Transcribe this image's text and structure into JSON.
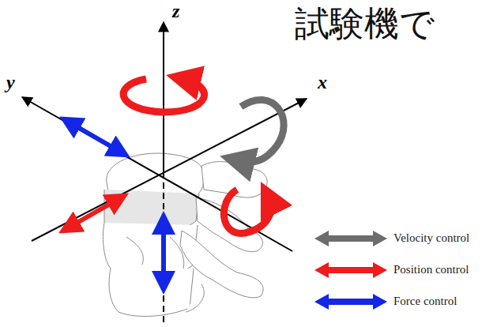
{
  "diagram": {
    "labels": [
      "試験機で",
      "z",
      "x",
      "y"
    ],
    "legend": [
      {
        "text": "Velocity control",
        "color": "#6d6d6d"
      },
      {
        "text": "Position control",
        "color": "#ee1c1c"
      },
      {
        "text": "Force control",
        "color": "#1426e6"
      }
    ]
  }
}
